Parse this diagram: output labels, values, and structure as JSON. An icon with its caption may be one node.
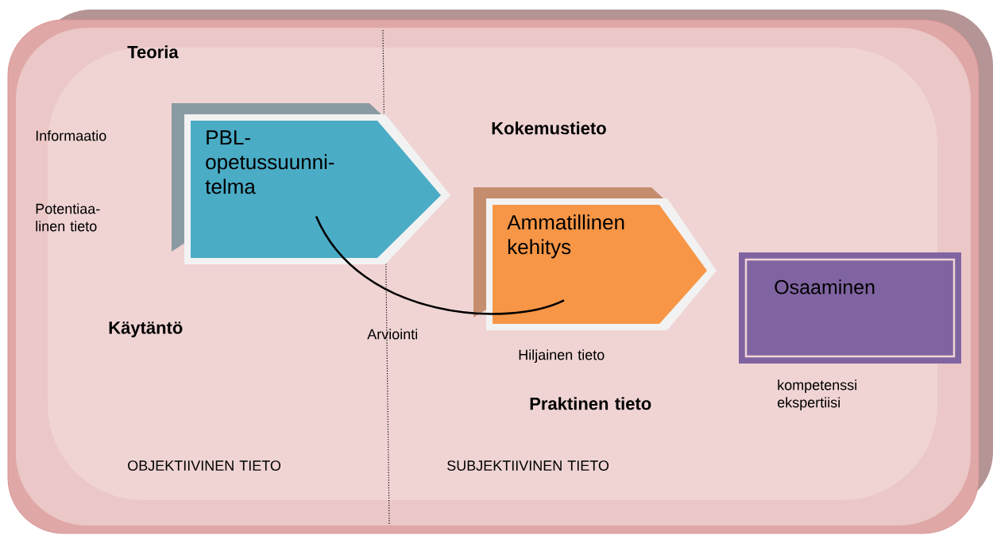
{
  "diagram": {
    "nodes": [
      {
        "text": [
          "PBL- opetussuunni- telma"
        ]
      },
      {
        "text": [
          "Ammatillinen kehitys"
        ],
        "beside": [
          "Hiljainen tieto"
        ]
      },
      {
        "text": [
          "Osaaminen"
        ],
        "beside": [
          "kompetenssi ekspertiisi"
        ]
      }
    ],
    "edges": [
      {
        "from": 0,
        "to": 1,
        "arrow": "none"
      }
    ],
    "labels": [
      "Teoria",
      "Informaatio",
      "Potentiaa- linen tieto",
      "Kokemustieto",
      "Käytäntö",
      "Arviointi",
      "Praktinen tieto",
      "OBJEKTIIVINEN TIETO",
      "SUBJEKTIIVINEN TIETO"
    ]
  }
}
